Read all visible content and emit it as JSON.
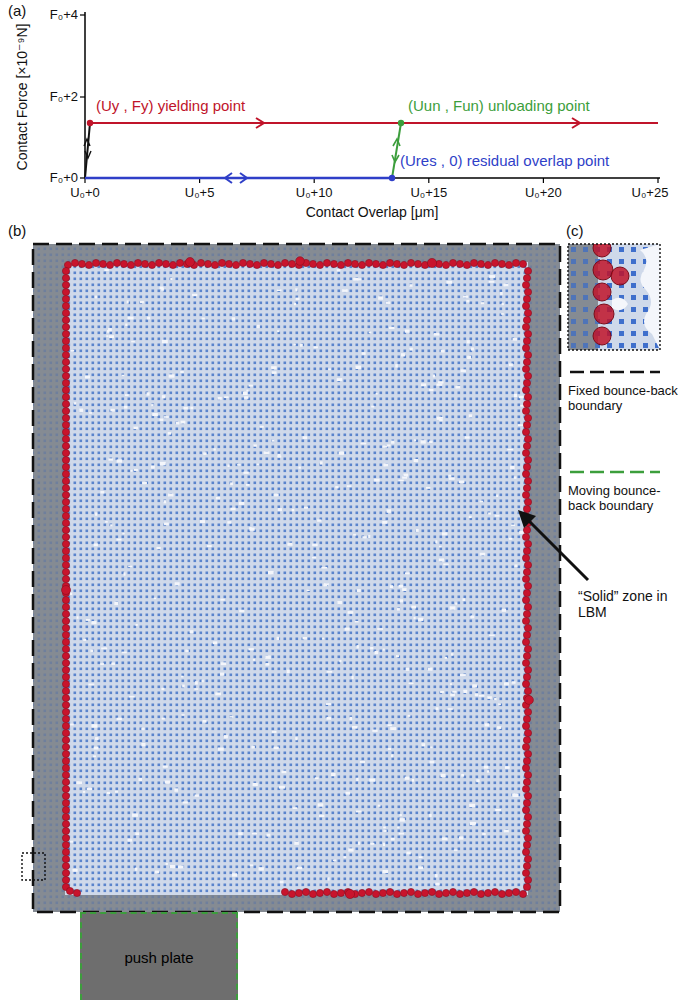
{
  "diagram": {
    "nodes": [
      {
        "text": [
          "push plate"
        ]
      }
    ],
    "labels": [
      "(a)",
      "Contact Force [×10⁻⁹N]",
      "F₀+4",
      "F₀+2",
      "F₀+0",
      "(Uy , Fy) yielding point",
      "(Uun , Fun) unloading point",
      "(Ures , 0) residual overlap point",
      "U₀+0",
      "U₀+5",
      "U₀+10",
      "U₀+15",
      "U₀+20",
      "U₀+25",
      "Contact Overlap [μm]",
      "(b)",
      "(c)",
      "“Solid” zone in LBM"
    ],
    "legend": [
      {
        "text": "Fixed bounce-back boundary"
      },
      {
        "text": "Moving bounce-back boundary"
      }
    ]
  }
}
